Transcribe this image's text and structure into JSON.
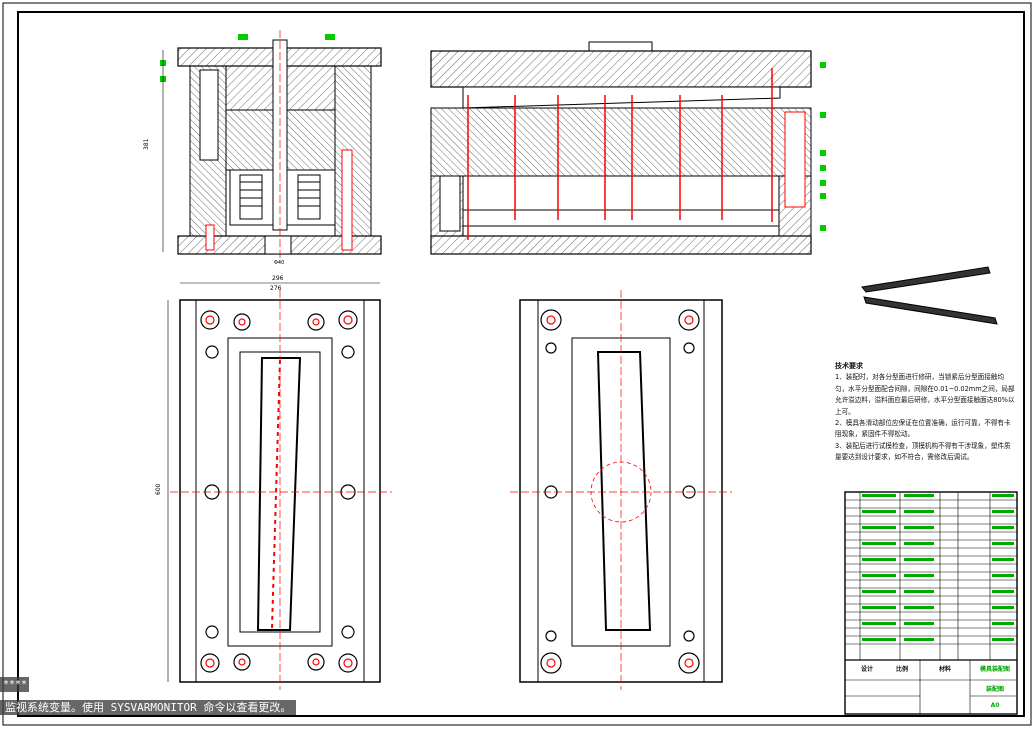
{
  "drawing": {
    "technical_requirements": {
      "title": "技术要求",
      "items": [
        "1、装配时，对各分型面进行修研，当锁紧后分型面接触均匀，水平分型面配合间隙，间隙在0.01~0.02mm之间，局部允许溢边料，溢料面应最后研修，水平分型面接触面达80%以上可。",
        "2、模具各滑动部位应保证在位置准确，运行可靠，不得有卡阻现象，紧固件不得松动。",
        "3、装配后进行试模检查，顶模机构不得有干涉现象，塑件质量要达到设计要求，如不符合，需修改后调试。"
      ]
    },
    "dimensions": {
      "front_height": "381",
      "front_width": "296",
      "top_width": "296",
      "top_inner_width": "276",
      "plan_height": "600",
      "sprue_label": "Φ40"
    },
    "title_block": {
      "material_label": "材料",
      "design_label": "设计",
      "scale_label": "比例",
      "sheet_label": "A0",
      "name_label": "模具装配图",
      "drawing_no": "装配图"
    }
  },
  "status": {
    "stars": "****",
    "message": "监视系统变量。使用 SYSVARMONITOR 命令以查看更改。"
  },
  "colors": {
    "line": "#000000",
    "hatch": "#333333",
    "red": "#ff0000",
    "green": "#00aa00",
    "blue": "#0000ff"
  }
}
